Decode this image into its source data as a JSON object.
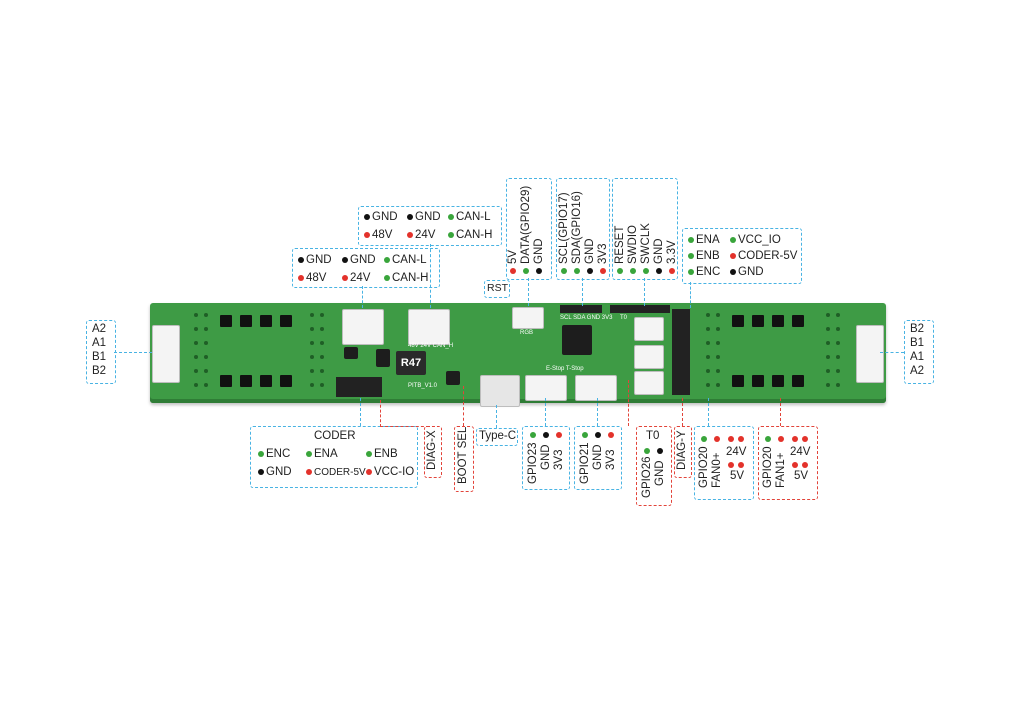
{
  "board_label": "PITB_V1.0",
  "inductor_label": "R47",
  "left_connector": {
    "pins": [
      "A2",
      "A1",
      "B1",
      "B2"
    ]
  },
  "right_connector": {
    "pins": [
      "B2",
      "B1",
      "A1",
      "A2"
    ]
  },
  "power_small": {
    "rows": [
      [
        "GND",
        "GND",
        "CAN-L"
      ],
      [
        "48V",
        "24V",
        "CAN-H"
      ]
    ]
  },
  "power_large": {
    "rows": [
      [
        "GND",
        "GND",
        "CAN-L"
      ],
      [
        "48V",
        "24V",
        "CAN-H"
      ]
    ]
  },
  "rst": "RST",
  "rgb": {
    "pins": [
      "5V",
      "DATA(GPIO29)",
      "GND"
    ]
  },
  "i2c": {
    "pins": [
      "SCL(GPIO17)",
      "SDA(GPIO16)",
      "GND",
      "3V3"
    ]
  },
  "swd": {
    "pins": [
      "RESET",
      "SWDIO",
      "SWCLK",
      "GND",
      "3.3V"
    ]
  },
  "encoder_right": {
    "rows": [
      [
        "ENA",
        "VCC_IO"
      ],
      [
        "ENB",
        "CODER-5V"
      ],
      [
        "ENC",
        "GND"
      ]
    ]
  },
  "coder": {
    "title": "CODER",
    "rows": [
      [
        "ENC",
        "ENA",
        "ENB"
      ],
      [
        "GND",
        "CODER-5V",
        "VCC-IO"
      ]
    ]
  },
  "diag_x": "DIAG-X",
  "boot_sel": "BOOT SEL",
  "type_c": "Type-C",
  "gpio23": {
    "pins": [
      "GPIO23",
      "GND",
      "3V3"
    ]
  },
  "gpio21": {
    "pins": [
      "GPIO21",
      "GND",
      "3V3"
    ]
  },
  "t0": {
    "title": "T0",
    "pins": [
      "GPIO26",
      "GND"
    ]
  },
  "diag_y": "DIAG-Y",
  "fan0": {
    "pins": [
      "GPIO20",
      "FAN0+"
    ],
    "volts": [
      "24V",
      "5V"
    ]
  },
  "fan1": {
    "pins": [
      "GPIO20",
      "FAN1+"
    ],
    "volts": [
      "24V",
      "5V"
    ]
  },
  "silk": {
    "power_small": "48V 24V CAN_H",
    "i2c": "SCL SDA GND 3V3",
    "t0": "T0",
    "rgb": "RGB",
    "estop": "E-Stop  T-Stop"
  },
  "colors": {
    "pcb": "#3e9b45",
    "signal": "#39a53b",
    "power": "#e3322b",
    "ground": "#111111",
    "callout": "#48b3e3",
    "callout_alt": "#e2443a"
  }
}
